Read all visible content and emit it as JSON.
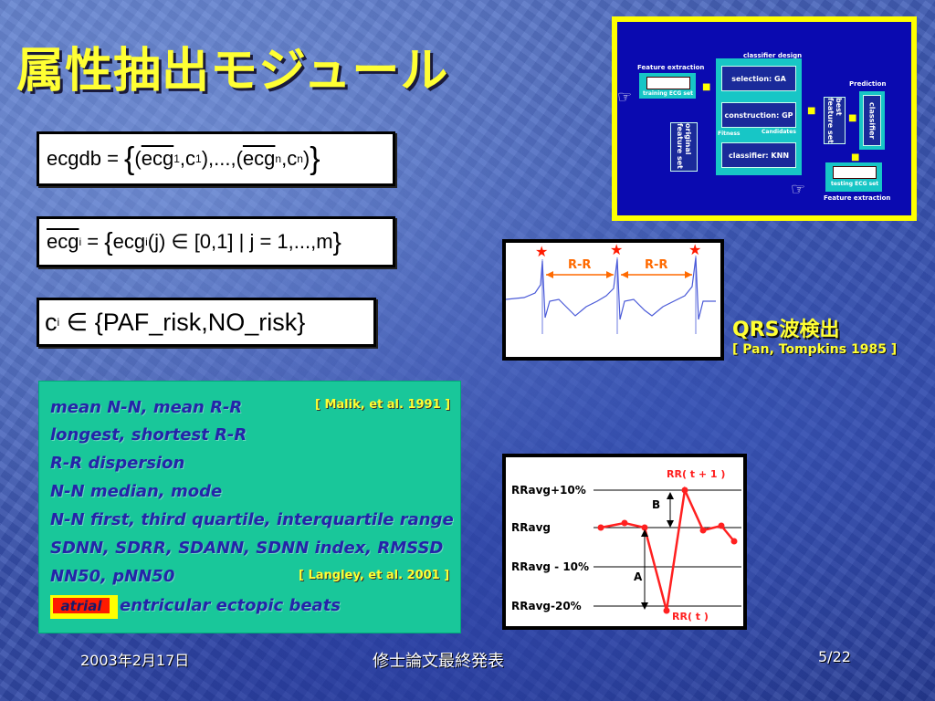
{
  "slide": {
    "title": "属性抽出モジュール",
    "footer": {
      "date": "2003年2月17日",
      "event": "修士論文最終発表",
      "page": "5/22"
    }
  },
  "formulas": {
    "f1": {
      "lhs": "ecgdb",
      "vec": "ecg",
      "sub1": "1",
      "c": "c",
      "subn": "n"
    },
    "f2": {
      "vec": "ecg",
      "sub": "i",
      "range": "[0,1]",
      "index": "j",
      "end": "1,...,m"
    },
    "f3": {
      "c": "c",
      "sub": "i",
      "set": "{PAF_risk,NO_risk}"
    }
  },
  "diagram": {
    "feature_extraction_top": "Feature extraction",
    "classifier_design": "classifier design",
    "training_set": "training ECG set",
    "original_feature_set": "original feature set",
    "selection": "selection: GA",
    "construction": "construction: GP",
    "classifier_knn": "classifier: KNN",
    "fitness": "Fitness",
    "candidates": "Candidates",
    "best_feature_set": "best feature set",
    "prediction": "Prediction",
    "classifier": "classifier",
    "testing_set": "testing ECG set",
    "feature_extraction_bottom": "Feature extraction"
  },
  "ecg_figure": {
    "label_rr": "R-R"
  },
  "qrs": {
    "title": "QRS波検出",
    "ref": "[ Pan, Tompkins 1985 ]"
  },
  "features": {
    "items": [
      "mean N-N, mean R-R",
      "longest, shortest R-R",
      "R-R dispersion",
      "N-N median, mode",
      "N-N first, third quartile, interquartile range",
      "SDNN, SDRR, SDANN, SDNN index,  RMSSD",
      "NN50, pNN50"
    ],
    "atrial": "atrial",
    "ectopic": "entricular ectopic beats",
    "ref_malik": "[ Malik, et al. 1991 ]",
    "ref_langley": "[ Langley, et al. 2001 ]"
  },
  "rr_figure": {
    "rows": [
      "RRavg+10%",
      "RRavg",
      "RRavg - 10%",
      "RRavg-20%"
    ],
    "label_rr_t1": "RR( t + 1 )",
    "label_rr_t": "RR( t )",
    "label_a": "A",
    "label_b": "B",
    "colors": {
      "series": "#ff2020",
      "accent": "#ff6a00"
    }
  }
}
